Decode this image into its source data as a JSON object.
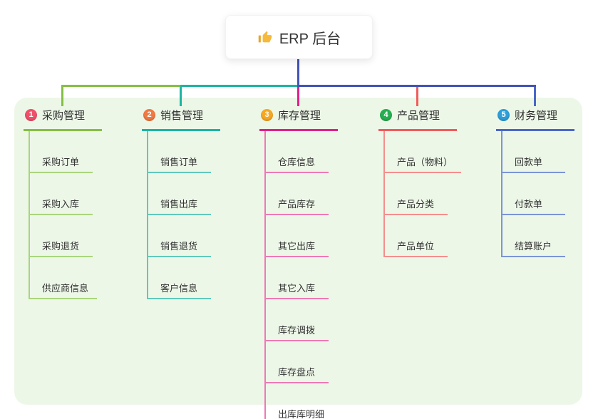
{
  "root": {
    "label": "ERP 后台",
    "icon": "thumbs-up-icon",
    "line_color": "#4353b8"
  },
  "panel_color": "#edf7e8",
  "branches": [
    {
      "badge": "1",
      "label": "采购管理",
      "color": "#84c043",
      "color_light": "#a9d57e",
      "badge_color": "#f0506a",
      "children": [
        "采购订单",
        "采购入库",
        "采购退货",
        "供应商信息"
      ]
    },
    {
      "badge": "2",
      "label": "销售管理",
      "color": "#1cb5a3",
      "color_light": "#62c9bb",
      "badge_color": "#ef7a43",
      "children": [
        "销售订单",
        "销售出库",
        "销售退货",
        "客户信息"
      ]
    },
    {
      "badge": "3",
      "label": "库存管理",
      "color": "#e0218a",
      "color_light": "#ee79b5",
      "badge_color": "#f6a823",
      "children": [
        "仓库信息",
        "产品库存",
        "其它出库",
        "其它入库",
        "库存调拨",
        "库存盘点",
        "出库库明细"
      ]
    },
    {
      "badge": "4",
      "label": "产品管理",
      "color": "#f25b5b",
      "color_light": "#f58e8e",
      "badge_color": "#27ae52",
      "children": [
        "产品（物料）",
        "产品分类",
        "产品单位"
      ]
    },
    {
      "badge": "5",
      "label": "财务管理",
      "color": "#4a68c8",
      "color_light": "#7b95d6",
      "badge_color": "#2d9fd8",
      "children": [
        "回款单",
        "付款单",
        "结算账户"
      ]
    }
  ]
}
